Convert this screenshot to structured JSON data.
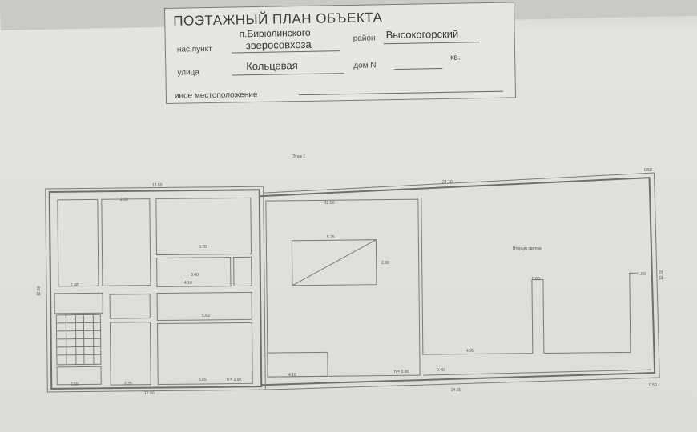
{
  "header": {
    "title": "ПОЭТАЖНЫЙ ПЛАН ОБЪЕКТА",
    "settlement_label": "нас.пункт",
    "settlement_value_line1": "п.Бирюлинского",
    "settlement_value_line2": "зверосовхоза",
    "district_label": "район",
    "district_value": "Высокогорский",
    "street_label": "улица",
    "street_value": "Кольцевая",
    "house_label": "дом N",
    "house_value": "",
    "apartment_label": "кв.",
    "other_location_label": "иное местоположение",
    "other_location_value": ""
  },
  "plan": {
    "floor_label": "Этаж 1",
    "second_light_label": "Вторым светом",
    "dimensions": {
      "left_top_width": "12.60",
      "left_bottom_width": "12.60",
      "room_a_width": "2.90",
      "room_b_width": "5.70",
      "corridor_width": "3.40",
      "corridor_b": "4.10",
      "stair_width": "2.48",
      "room_c_width": "5.63",
      "room_d_width": "5.65",
      "room_d_height": "h = 2.90",
      "room_e_width": "2.35",
      "room_f_width": "2.60",
      "left_height": "12.60",
      "right_top_width": "24.10",
      "hall_width": "12.00",
      "opening_width": "5.25",
      "opening_height": "2.80",
      "right_inner_width": "4.95",
      "small_room_width": "4.10",
      "small_gap": "0.40",
      "right_bottom_width": "24.60",
      "corner_top": "0.50",
      "corner_bottom": "0.50",
      "right_height": "12.60",
      "hall_height": "h = 3.00",
      "pillar_a": "0.60",
      "pillar_b": "1.00"
    }
  }
}
